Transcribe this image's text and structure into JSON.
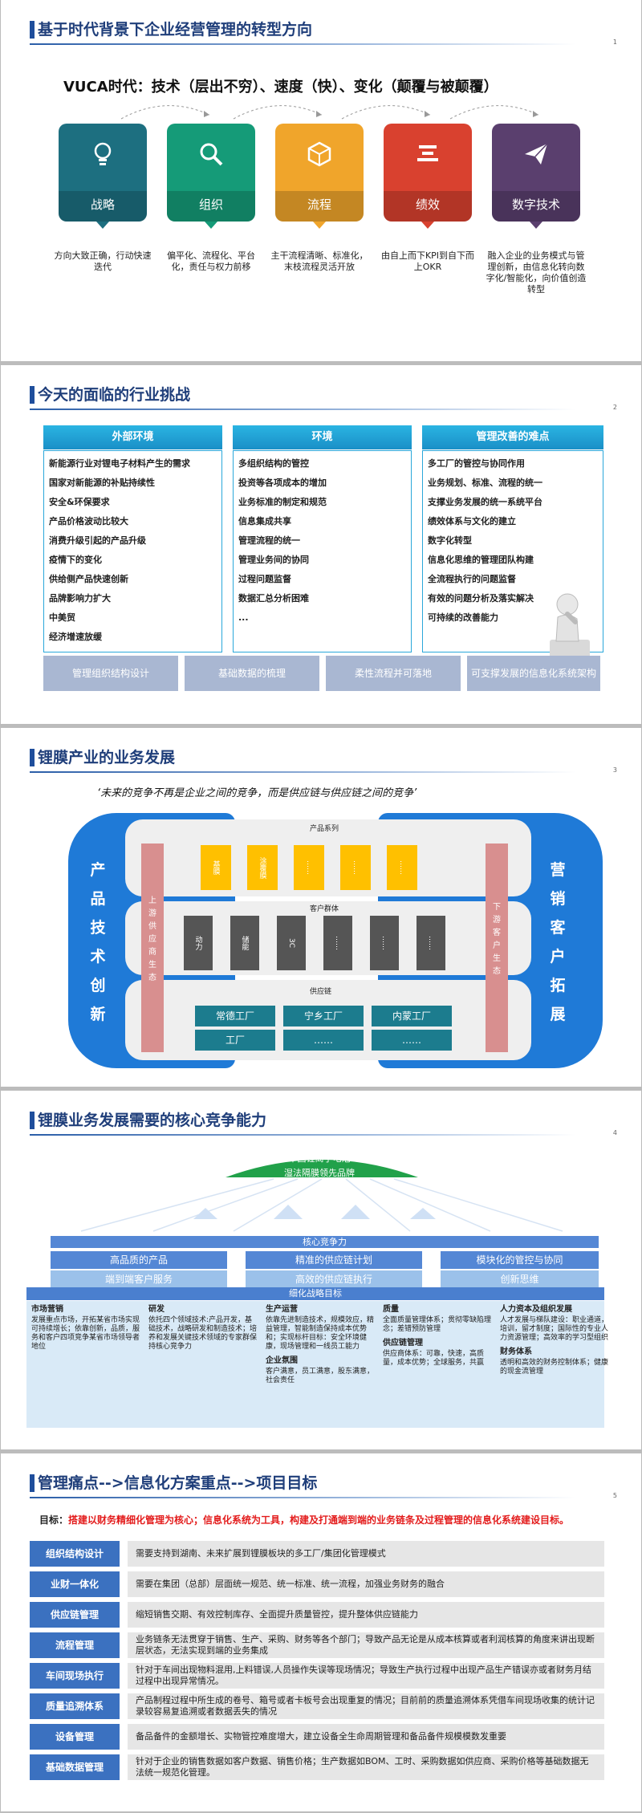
{
  "s1": {
    "title": "基于时代背景下企业经营管理的转型方向",
    "num": "1",
    "vuca": "VUCA时代：技术（层出不穷）、速度（快）、变化（颠覆与被颠覆）",
    "cards": [
      {
        "label": "战略",
        "color": "#1d6f80",
        "desc": "方向大致正确，行动快速迭代",
        "icon": "lightbulb-icon"
      },
      {
        "label": "组织",
        "color": "#159b78",
        "desc": "偏平化、流程化、平台化，责任与权力前移",
        "icon": "search-icon"
      },
      {
        "label": "流程",
        "color": "#f0a52b",
        "desc": "主干流程清晰、标准化，末枝流程灵活开放",
        "icon": "cube-icon"
      },
      {
        "label": "绩效",
        "color": "#d9412f",
        "desc": "由自上而下KPI到自下而上OKR",
        "icon": "bars-icon"
      },
      {
        "label": "数字技术",
        "color": "#5a3f6e",
        "desc": "融入企业的业务模式与管理创新，由信息化转向数字化/智能化，向价值创造转型",
        "icon": "paper-plane-icon"
      }
    ]
  },
  "s2": {
    "title": "今天的面临的行业挑战",
    "num": "2",
    "cols": [
      {
        "header": "外部环境",
        "items": [
          "新能源行业对锂电子材料产生的需求",
          "国家对新能源的补贴持续性",
          "安全&环保要求",
          "产品价格波动比较大",
          "消费升级引起的产品升级",
          "疫情下的变化",
          "供给侧产品快速创新",
          "品牌影响力扩大",
          "中美贸",
          "经济增速放缓"
        ]
      },
      {
        "header": "环境",
        "items": [
          "多组织结构的管控",
          "投资等各项成本的增加",
          "业务标准的制定和规范",
          "信息集成共享",
          "管理流程的统一",
          "管理业务间的协同",
          "过程问题监督",
          "数据汇总分析困难",
          "..."
        ]
      },
      {
        "header": "管理改善的难点",
        "items": [
          "多工厂的管控与协同作用",
          "业务规划、标准、流程的统一",
          "支撑业务发展的统一系统平台",
          "绩效体系与文化的建立",
          "数字化转型",
          "信息化思维的管理团队构建",
          "全流程执行的问题监督",
          "有效的问题分析及落实解决",
          "可持续的改善能力"
        ]
      }
    ],
    "bottom": [
      "管理组织结构设计",
      "基础数据的梳理",
      "柔性流程并可落地",
      "可支撑发展的信息化系统架构"
    ]
  },
  "s3": {
    "title": "锂膜产业的业务发展",
    "num": "3",
    "quote": "‘未来的竞争不再是企业之间的竞争，而是供应链与供应链之间的竞争’",
    "left": [
      "产",
      "品",
      "技",
      "术",
      "创",
      "新"
    ],
    "right": [
      "营",
      "销",
      "客",
      "户",
      "拓",
      "展"
    ],
    "product_series": "产品系列",
    "products": [
      "基膜",
      "涂覆膜",
      "……",
      "……",
      "……"
    ],
    "customer_group": "客户群体",
    "customers": [
      "动力",
      "储能",
      "3C",
      "……",
      "……",
      "……"
    ],
    "supply_chain": "供应链",
    "factories": [
      "常德工厂",
      "宁乡工厂",
      "内蒙工厂",
      "工厂",
      "……",
      "……"
    ],
    "upstream": [
      "上",
      "游",
      "供",
      "应",
      "商",
      "生",
      "态"
    ],
    "downstream": [
      "下",
      "游",
      "客",
      "户",
      "生",
      "态"
    ]
  },
  "s4": {
    "title": "锂膜业务发展需要的核心竞争能力",
    "num": "4",
    "top1": "中国锂离子电池",
    "top2": "湿法隔膜领先品牌",
    "core": "核心竞争力",
    "r1": [
      "高品质的产品",
      "精准的供应链计划",
      "模块化的管控与协同"
    ],
    "r2": [
      "端到端客户服务",
      "高效的供应链执行",
      "创新思维"
    ],
    "strategy": "细化战略目标",
    "cols": [
      {
        "h": "市场营销",
        "t": "发展重点市场，开拓某省市场实现可持续增长；依靠创新，品质，服务和客户四项竞争某省市场领导者地位"
      },
      {
        "h": "研发",
        "t": "依托四个领域技术:产品开发，基础技术，战略研发和制造技术；培养和发展关键技术领域的专家群保持核心竞争力"
      },
      {
        "h": "生产运营",
        "t": "依靠先进制造技术，规模效应，精益管理，智能制造保持成本优势和；实现标杆目标：安全环境健康，现场管理和一线员工能力",
        "h2": "企业氛围",
        "t2": "客户满意，员工满意，股东满意，社会责任"
      },
      {
        "h": "质量",
        "t": "全面质量管理体系；贯彻零缺陷理念；差错预防管理",
        "h2": "供应链管理",
        "t2": "供应商体系：可靠，快速，高质量，成本优势；全球服务，共赢"
      },
      {
        "h": "人力资本及组织发展",
        "t": "人才发展与梯队建设：职业通道，培训，留才制度；国际性的专业人力资源管理；高效率的学习型组织",
        "h2": "财务体系",
        "t2": "透明和高效的财务控制体系；健康的现金流管理"
      }
    ]
  },
  "s5": {
    "title": "管理痛点-->信息化方案重点-->项目目标",
    "num": "5",
    "goal_label": "目标：",
    "goal": "搭建以财务精细化管理为核心；信息化系统为工具，构建及打通端到端的业务链条及过程管理的信息化系统建设目标。",
    "rows": [
      {
        "l": "组织结构设计",
        "r": "需要支持到湖南、未来扩展到锂膜板块的多工厂/集团化管理模式"
      },
      {
        "l": "业财一体化",
        "r": "需要在集团（总部）层面统一规范、统一标准、统一流程，加强业务财务的融合"
      },
      {
        "l": "供应链管理",
        "r": "缩短销售交期、有效控制库存、全面提升质量管控，提升整体供应链能力"
      },
      {
        "l": "流程管理",
        "r": "业务链条无法贯穿于销售、生产、采购、财务等各个部门；导致产品无论是从成本核算或者利润核算的角度来讲出现断层状态，无法实现到端的业务集成"
      },
      {
        "l": "车间现场执行",
        "r": "针对于车间出现物料混用,上料错误,人员操作失误等现场情况；导致生产执行过程中出现产品生产错误亦或者财务月结过程中出现异常情况。"
      },
      {
        "l": "质量追溯体系",
        "r": "产品制程过程中所生成的卷号、箱号或者卡板号会出现重复的情况；目前前的质量追溯体系凭借车间现场收集的统计记录较容易复追溯或者数据丢失的情况"
      },
      {
        "l": "设备管理",
        "r": "备品备件的金额增长、实物管控难度增大，建立设备全生命周期管理和备品备件规模模数发重要"
      },
      {
        "l": "基础数据管理",
        "r": "针对于企业的销售数据如客户数据、销售价格；生产数据如BOM、工时、采购数据如供应商、采购价格等基础数据无法统一规范化管理。"
      }
    ]
  }
}
